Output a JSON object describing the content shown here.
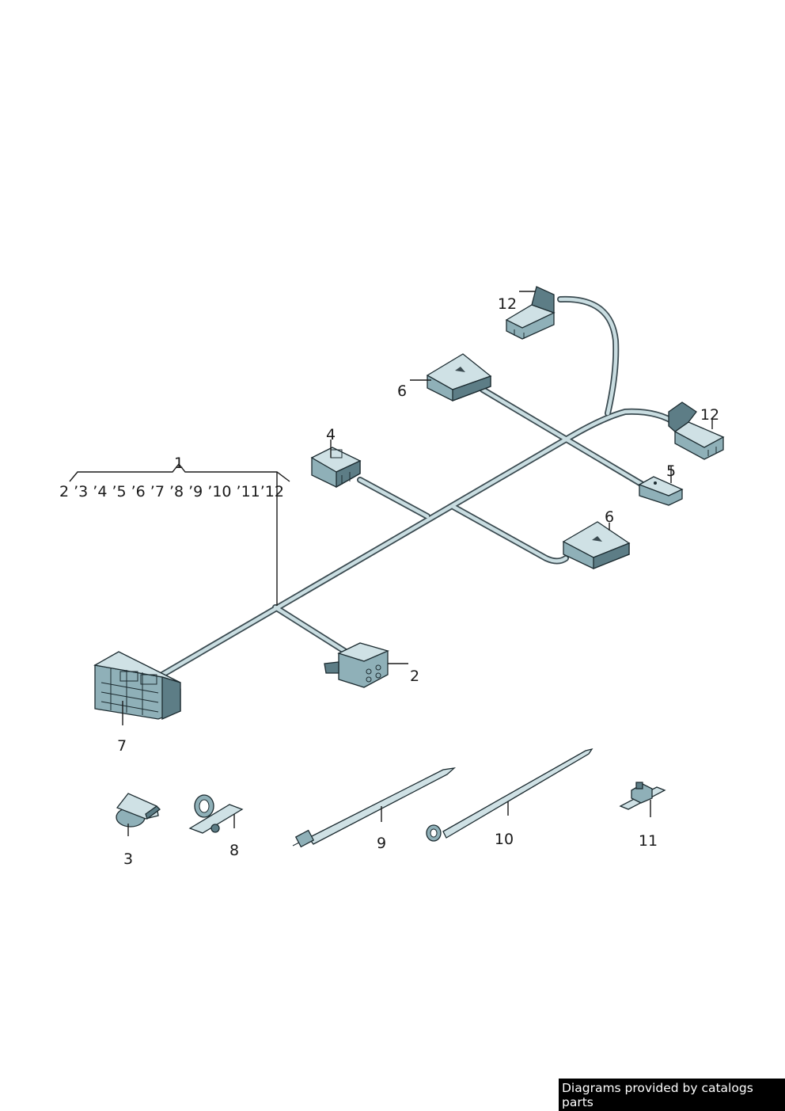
{
  "diagram": {
    "group": {
      "number": "1",
      "members": "2 ’3 ’4 ’5 ’6 ’7 ’8 ’9 ’10 ’11’12"
    },
    "callouts": {
      "c2": "2",
      "c3": "3",
      "c4": "4",
      "c5": "5",
      "c6a": "6",
      "c6b": "6",
      "c7": "7",
      "c8": "8",
      "c9": "9",
      "c10": "10",
      "c11": "11",
      "c12a": "12",
      "c12b": "12"
    }
  },
  "footer": {
    "text": "Diagrams provided by catalogs parts"
  }
}
